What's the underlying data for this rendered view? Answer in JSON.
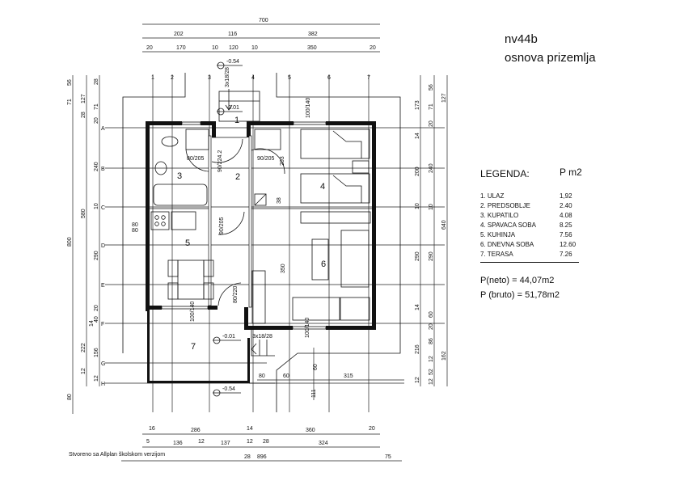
{
  "title": {
    "code": "nv44b",
    "subtitle": "osnova prizemlja"
  },
  "legend": {
    "heading": "LEGENDA:",
    "unit": "P m2",
    "rooms": [
      {
        "label": "1. ULAZ",
        "area": "1,92"
      },
      {
        "label": "2. PREDSOBLJE",
        "area": "2.40"
      },
      {
        "label": "3. KUPATILO",
        "area": "4.08"
      },
      {
        "label": "4. SPAVACA SOBA",
        "area": "8.25"
      },
      {
        "label": "5. KUHINJA",
        "area": "7.56"
      },
      {
        "label": "6. DNEVNA SOBA",
        "area": "12.60"
      },
      {
        "label": "7. TERASA",
        "area": "7.26"
      }
    ],
    "neto": "P(neto)  = 44,07m2",
    "bruto": "P (bruto) = 51,78m2"
  },
  "footer": "Stvoreno sa Allplan školskom verzijom",
  "grid": {
    "cols": [
      "1",
      "2",
      "3",
      "4",
      "5",
      "6",
      "7"
    ],
    "rows": [
      "A",
      "B",
      "C",
      "D",
      "E",
      "F",
      "G",
      "H"
    ]
  },
  "rooms": [
    "1",
    "2",
    "3",
    "4",
    "5",
    "6",
    "7"
  ],
  "levels": {
    "top": "-0.54",
    "entry": "-0.01",
    "terrace": "-0.01",
    "bottom": "-0.54"
  },
  "stairs": {
    "entry": "3x18/28",
    "terrace": "3x18/28"
  },
  "dims": {
    "top": [
      "700",
      "202",
      "116",
      "382",
      "20",
      "170",
      "10",
      "120",
      "10",
      "350",
      "20"
    ],
    "left": [
      "56",
      "71",
      "800",
      "80",
      "127",
      "28",
      "580",
      "222",
      "12",
      "28",
      "71",
      "20",
      "240",
      "10",
      "290",
      "20",
      "14",
      "40",
      "156",
      "12"
    ],
    "right": [
      "173",
      "14",
      "200",
      "10",
      "290",
      "14",
      "216",
      "12",
      "56",
      "71",
      "20",
      "240",
      "10",
      "290",
      "60",
      "20",
      "86",
      "12",
      "52",
      "12",
      "127",
      "640",
      "162"
    ],
    "bottom": [
      "16",
      "286",
      "14",
      "360",
      "20",
      "5",
      "136",
      "12",
      "137",
      "12",
      "28",
      "324",
      "28",
      "896",
      "75"
    ],
    "inner": [
      "80/205",
      "90/224.2",
      "90/205",
      "203",
      "38",
      "90/205",
      "80/220",
      "100/140",
      "100/140",
      "100/140",
      "350",
      "80",
      "60",
      "315",
      "60",
      "111",
      "80",
      "80"
    ]
  }
}
